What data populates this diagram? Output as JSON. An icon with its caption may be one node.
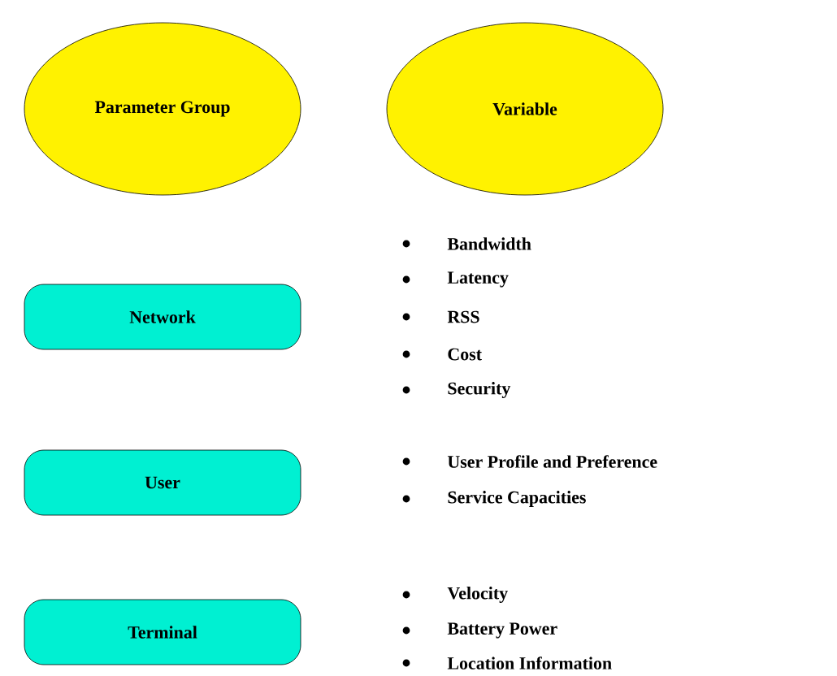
{
  "diagram": {
    "nodes": [
      {
        "text": [
          "Parameter Group"
        ]
      },
      {
        "text": [
          "Variable"
        ]
      },
      {
        "text": [
          "Network"
        ]
      },
      {
        "text": [
          "User"
        ]
      },
      {
        "text": [
          "Terminal"
        ]
      }
    ],
    "labels": [
      "Bandwidth",
      "Latency",
      "RSS",
      "Cost",
      "Security",
      "User Profile and Preference",
      "Service Capacities",
      "Velocity",
      "Battery Power",
      "Location Information"
    ]
  }
}
